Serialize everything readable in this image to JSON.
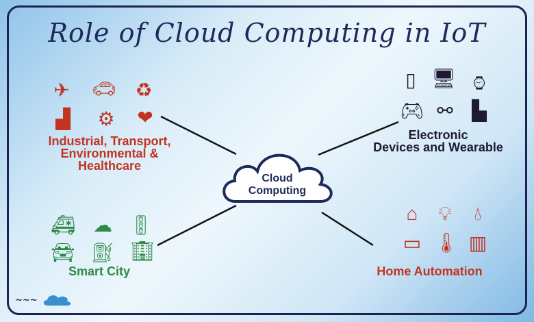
{
  "title": "Role of Cloud Computing in IoT",
  "center": {
    "line1": "Cloud",
    "line2": "Computing"
  },
  "branches": {
    "industrial": {
      "line1": "Industrial, Transport,",
      "line2": "Environmental &",
      "line3": "Healthcare",
      "color": "#c23420",
      "icons": [
        "airplane-icon",
        "connected-car-icon",
        "recycle-icon",
        "factory-icon",
        "gears-icon",
        "heartbeat-icon"
      ]
    },
    "electronic": {
      "line1": "Electronic",
      "line2": "Devices and Wearable",
      "color": "#1e1a33",
      "icons": [
        "tablet-icon",
        "monitor-icon",
        "smartwatch-icon",
        "gamepad-icon",
        "glasses-icon",
        "boot-icon"
      ]
    },
    "smart_city": {
      "line1": "Smart City",
      "color": "#2e8a48",
      "icons": [
        "ambulance-icon",
        "co2-icon",
        "traffic-light-icon",
        "car-icon",
        "fuel-pump-icon",
        "buildings-icon"
      ]
    },
    "home": {
      "line1": "Home Automation",
      "color": "#c23420",
      "icons": [
        "house-icon",
        "light-bulb-icon",
        "water-drops-icon",
        "tv-icon",
        "thermometer-icon",
        "radiator-icon"
      ]
    }
  }
}
